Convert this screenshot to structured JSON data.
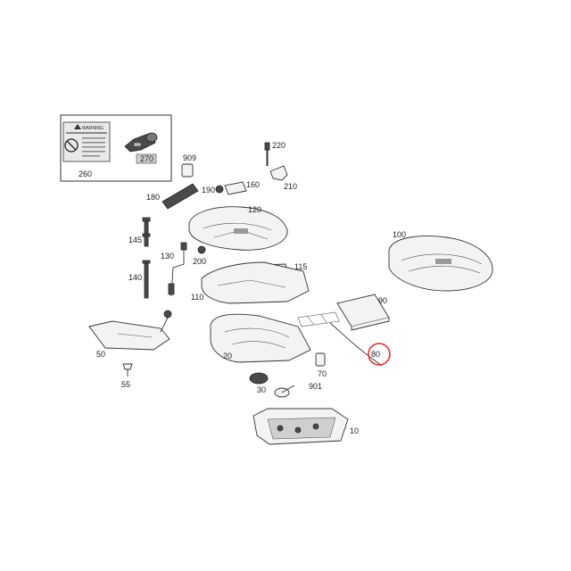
{
  "inset": {
    "warning_title": "WARNING",
    "labels": [
      "260",
      "270"
    ]
  },
  "parts": {
    "p220": "220",
    "p909": "909",
    "p190": "190",
    "p160": "160",
    "p210": "210",
    "p180": "180",
    "p120": "120",
    "p145": "145",
    "p130": "130",
    "p200": "200",
    "p115": "115",
    "p140": "140",
    "p110": "110",
    "p100": "100",
    "p90": "90",
    "p50": "50",
    "p20": "20",
    "p55": "55",
    "p70": "70",
    "p30": "30",
    "p901": "901",
    "p10": "10",
    "p80": "80"
  },
  "highlight": {
    "part": "80",
    "color": "#e8312a"
  }
}
